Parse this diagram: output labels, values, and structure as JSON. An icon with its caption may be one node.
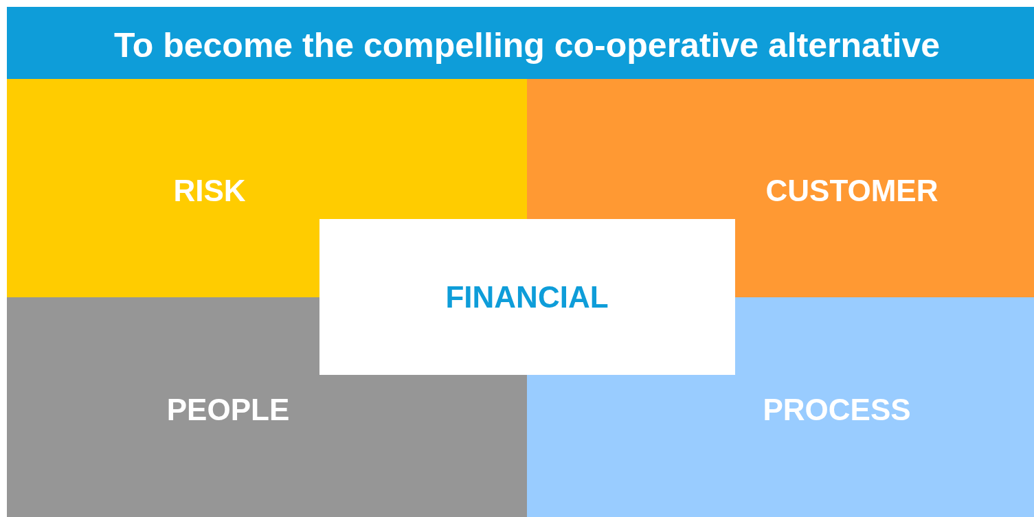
{
  "diagram": {
    "nodes": [
      {
        "text": [
          "To become the compelling co-operative alternative"
        ]
      },
      {
        "text": [
          "RISK"
        ]
      },
      {
        "text": [
          "CUSTOMER"
        ]
      },
      {
        "text": [
          "PEOPLE"
        ]
      },
      {
        "text": [
          "PROCESS"
        ]
      },
      {
        "text": [
          "FINANCIAL"
        ]
      }
    ]
  }
}
